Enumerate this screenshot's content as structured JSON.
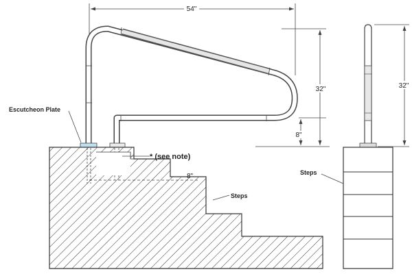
{
  "dimensions": {
    "width_top": "54\"",
    "height_side": "32\"",
    "height_right_view": "32\"",
    "height_lower": "8\"",
    "step_offset": "8\""
  },
  "labels": {
    "escutcheon_plate": "Escutcheon Plate",
    "see_note": "* (see note)",
    "steps_main": "Steps",
    "steps_side": "Steps"
  }
}
